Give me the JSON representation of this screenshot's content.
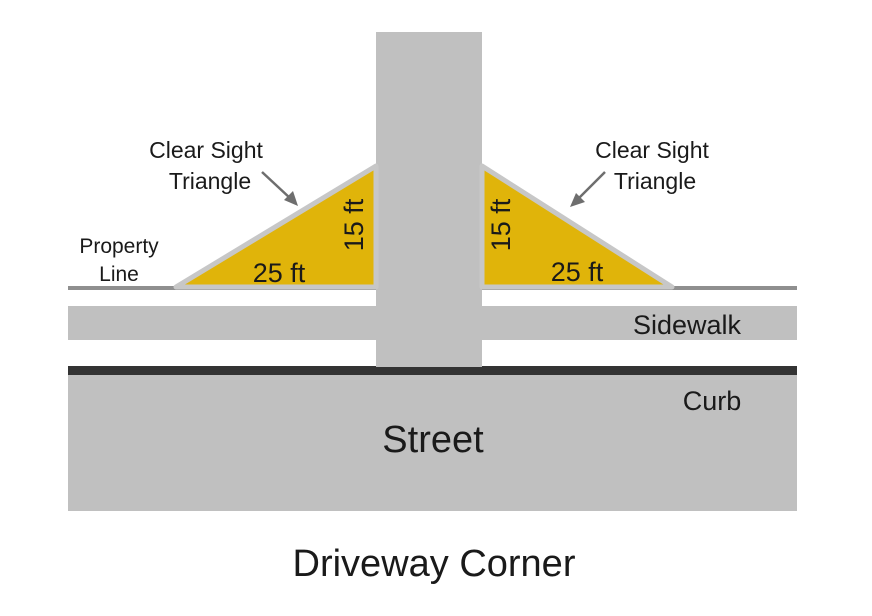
{
  "labels": {
    "sight_left_1": "Clear Sight",
    "sight_left_2": "Triangle",
    "sight_right_1": "Clear Sight",
    "sight_right_2": "Triangle",
    "property_1": "Property",
    "property_2": "Line",
    "dim_25_left": "25 ft",
    "dim_15_left": "15 ft",
    "dim_15_right": "15 ft",
    "dim_25_right": "25 ft",
    "sidewalk": "Sidewalk",
    "curb": "Curb",
    "street": "Street",
    "title": "Driveway Corner"
  },
  "colors": {
    "pavement": "#c0c0c0",
    "triangle_fill": "#e0b40a",
    "triangle_edge": "#c7c7c7",
    "curb": "#333333",
    "property_line": "#8f8f8f"
  }
}
